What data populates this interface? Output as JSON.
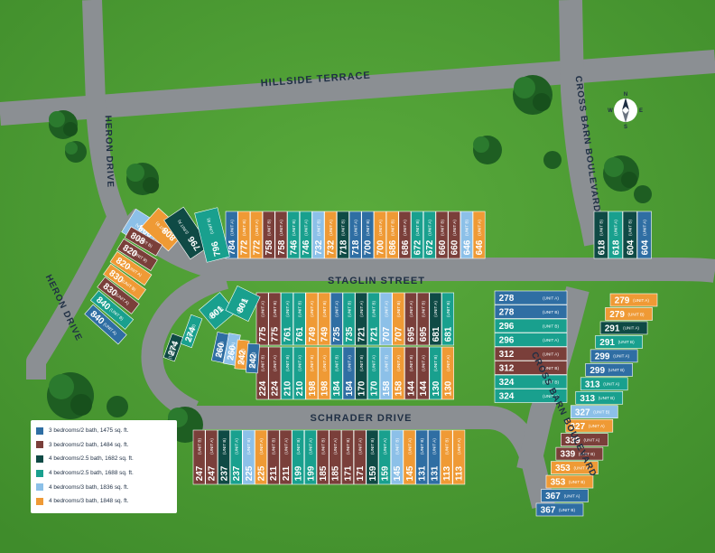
{
  "colors": {
    "grass": "#4a9a32",
    "road": "#8b8f93",
    "a": "#2f6ea3",
    "b": "#7a3f3a",
    "c": "#0f4a45",
    "d": "#19a08e",
    "e": "#8cc0e8",
    "f": "#ef9a35"
  },
  "streets": {
    "hillside": "HILLSIDE TERRACE",
    "heron_top": "HERON DRIVE",
    "heron_bottom": "HERON DRIVE",
    "cross_top": "CROSS BARN BOULEVARD",
    "cross_bottom": "CROSS BARN BOULEVARD",
    "staglin": "STAGLIN STREET",
    "schrader": "SCHRADER DRIVE"
  },
  "compass": {
    "n": "N",
    "e": "E",
    "s": "S",
    "w": "W"
  },
  "legend": [
    {
      "key": "a",
      "label": "3 bedrooms/2 bath, 1475 sq. ft."
    },
    {
      "key": "b",
      "label": "3 bedrooms/2 bath, 1484 sq. ft."
    },
    {
      "key": "c",
      "label": "4 bedrooms/2.5 bath, 1682 sq. ft."
    },
    {
      "key": "d",
      "label": "4 bedrooms/2.5 bath, 1688 sq. ft."
    },
    {
      "key": "e",
      "label": "4 bedrooms/3 bath, 1836 sq. ft."
    },
    {
      "key": "f",
      "label": "4 bedrooms/3 bath, 1848 sq. ft."
    }
  ],
  "lot_groups": [
    {
      "name": "staglin-north",
      "lots": [
        {
          "num": "784",
          "unit": "(UNIT A)",
          "c": "a"
        },
        {
          "num": "772",
          "unit": "(UNIT B)",
          "c": "f"
        },
        {
          "num": "772",
          "unit": "(UNIT A)",
          "c": "f"
        },
        {
          "num": "758",
          "unit": "(UNIT B)",
          "c": "b"
        },
        {
          "num": "758",
          "unit": "(UNIT A)",
          "c": "b"
        },
        {
          "num": "746",
          "unit": "(UNIT B)",
          "c": "d"
        },
        {
          "num": "746",
          "unit": "(UNIT A)",
          "c": "d"
        },
        {
          "num": "732",
          "unit": "(UNIT B)",
          "c": "e"
        },
        {
          "num": "732",
          "unit": "(UNIT A)",
          "c": "f"
        },
        {
          "num": "718",
          "unit": "(UNIT B)",
          "c": "c"
        },
        {
          "num": "718",
          "unit": "(UNIT A)",
          "c": "a"
        },
        {
          "num": "700",
          "unit": "(UNIT B)",
          "c": "a"
        },
        {
          "num": "700",
          "unit": "(UNIT A)",
          "c": "f"
        },
        {
          "num": "686",
          "unit": "(UNIT B)",
          "c": "f"
        },
        {
          "num": "686",
          "unit": "(UNIT A)",
          "c": "b"
        },
        {
          "num": "672",
          "unit": "(UNIT B)",
          "c": "d"
        },
        {
          "num": "672",
          "unit": "(UNIT A)",
          "c": "d"
        },
        {
          "num": "660",
          "unit": "(UNIT B)",
          "c": "b"
        },
        {
          "num": "660",
          "unit": "(UNIT A)",
          "c": "b"
        },
        {
          "num": "646",
          "unit": "(UNIT B)",
          "c": "e"
        },
        {
          "num": "646",
          "unit": "(UNIT A)",
          "c": "f"
        }
      ]
    },
    {
      "name": "staglin-north-east",
      "lots": [
        {
          "num": "618",
          "unit": "(UNIT B)",
          "c": "c"
        },
        {
          "num": "618",
          "unit": "(UNIT A)",
          "c": "d"
        },
        {
          "num": "604",
          "unit": "(UNIT B)",
          "c": "c"
        },
        {
          "num": "604",
          "unit": "(UNIT A)",
          "c": "a"
        }
      ]
    },
    {
      "name": "staglin-north-west",
      "lots": [
        {
          "num": "808",
          "unit": "(UNIT A)",
          "c": "e"
        },
        {
          "num": "808",
          "unit": "(UNIT B)",
          "c": "f"
        },
        {
          "num": "796",
          "unit": "(UNIT A)",
          "c": "c"
        },
        {
          "num": "796",
          "unit": "(UNIT B)",
          "c": "d"
        }
      ]
    },
    {
      "name": "heron-east",
      "lots": [
        {
          "num": "808",
          "unit": "(UNIT B)",
          "c": "b"
        },
        {
          "num": "820",
          "unit": "(UNIT B)",
          "c": "b"
        },
        {
          "num": "820",
          "unit": "(UNIT A)",
          "c": "f"
        },
        {
          "num": "830",
          "unit": "(UNIT B)",
          "c": "f"
        },
        {
          "num": "830",
          "unit": "(UNIT A)",
          "c": "b"
        },
        {
          "num": "840",
          "unit": "(UNIT B)",
          "c": "d"
        },
        {
          "num": "840",
          "unit": "(UNIT A)",
          "c": "a"
        }
      ]
    },
    {
      "name": "staglin-south",
      "lots": [
        {
          "num": "775",
          "unit": "(UNIT A)",
          "c": "b"
        },
        {
          "num": "775",
          "unit": "(UNIT B)",
          "c": "b"
        },
        {
          "num": "761",
          "unit": "(UNIT A)",
          "c": "d"
        },
        {
          "num": "761",
          "unit": "(UNIT B)",
          "c": "d"
        },
        {
          "num": "749",
          "unit": "(UNIT A)",
          "c": "f"
        },
        {
          "num": "749",
          "unit": "(UNIT B)",
          "c": "f"
        },
        {
          "num": "735",
          "unit": "(UNIT A)",
          "c": "a"
        },
        {
          "num": "735",
          "unit": "(UNIT B)",
          "c": "d"
        },
        {
          "num": "721",
          "unit": "(UNIT A)",
          "c": "c"
        },
        {
          "num": "721",
          "unit": "(UNIT B)",
          "c": "d"
        },
        {
          "num": "707",
          "unit": "(UNIT A)",
          "c": "e"
        },
        {
          "num": "707",
          "unit": "(UNIT B)",
          "c": "f"
        },
        {
          "num": "695",
          "unit": "(UNIT A)",
          "c": "b"
        },
        {
          "num": "695",
          "unit": "(UNIT B)",
          "c": "b"
        },
        {
          "num": "681",
          "unit": "(UNIT A)",
          "c": "c"
        },
        {
          "num": "681",
          "unit": "(UNIT B)",
          "c": "d"
        }
      ]
    },
    {
      "name": "staglin-south-west",
      "lots": [
        {
          "num": "801",
          "unit": "(UNIT B)",
          "c": "d"
        },
        {
          "num": "801",
          "unit": "(UNIT A)",
          "c": "d"
        }
      ]
    },
    {
      "name": "schrader-north",
      "lots": [
        {
          "num": "224",
          "unit": "(UNIT B)",
          "c": "b"
        },
        {
          "num": "224",
          "unit": "(UNIT A)",
          "c": "b"
        },
        {
          "num": "210",
          "unit": "(UNIT B)",
          "c": "d"
        },
        {
          "num": "210",
          "unit": "(UNIT A)",
          "c": "d"
        },
        {
          "num": "198",
          "unit": "(UNIT B)",
          "c": "f"
        },
        {
          "num": "198",
          "unit": "(UNIT A)",
          "c": "f"
        },
        {
          "num": "184",
          "unit": "(UNIT B)",
          "c": "d"
        },
        {
          "num": "184",
          "unit": "(UNIT A)",
          "c": "a"
        },
        {
          "num": "170",
          "unit": "(UNIT B)",
          "c": "c"
        },
        {
          "num": "170",
          "unit": "(UNIT A)",
          "c": "d"
        },
        {
          "num": "158",
          "unit": "(UNIT B)",
          "c": "e"
        },
        {
          "num": "158",
          "unit": "(UNIT A)",
          "c": "f"
        },
        {
          "num": "144",
          "unit": "(UNIT B)",
          "c": "b"
        },
        {
          "num": "144",
          "unit": "(UNIT A)",
          "c": "b"
        },
        {
          "num": "130",
          "unit": "(UNIT B)",
          "c": "d"
        },
        {
          "num": "130",
          "unit": "(UNIT A)",
          "c": "f"
        }
      ]
    },
    {
      "name": "schrader-north-west",
      "lots": [
        {
          "num": "274",
          "unit": "(UNIT A)",
          "c": "c"
        },
        {
          "num": "274",
          "unit": "(UNIT B)",
          "c": "d"
        },
        {
          "num": "260",
          "unit": "(UNIT B)",
          "c": "a"
        },
        {
          "num": "260",
          "unit": "(UNIT A)",
          "c": "e"
        },
        {
          "num": "242",
          "unit": "(UNIT B)",
          "c": "f"
        },
        {
          "num": "242",
          "unit": "(UNIT A)",
          "c": "a"
        }
      ]
    },
    {
      "name": "cross-west",
      "lots": [
        {
          "num": "278",
          "unit": "(UNIT A)",
          "c": "a"
        },
        {
          "num": "278",
          "unit": "(UNIT B)",
          "c": "a"
        },
        {
          "num": "296",
          "unit": "(UNIT B)",
          "c": "d"
        },
        {
          "num": "296",
          "unit": "(UNIT A)",
          "c": "d"
        },
        {
          "num": "312",
          "unit": "(UNIT A)",
          "c": "b"
        },
        {
          "num": "312",
          "unit": "(UNIT B)",
          "c": "b"
        },
        {
          "num": "324",
          "unit": "(UNIT B)",
          "c": "d"
        },
        {
          "num": "324",
          "unit": "(UNIT A)",
          "c": "d"
        }
      ]
    },
    {
      "name": "schrader-south",
      "lots": [
        {
          "num": "247",
          "unit": "(UNIT B)",
          "c": "b"
        },
        {
          "num": "247",
          "unit": "(UNIT A)",
          "c": "b"
        },
        {
          "num": "237",
          "unit": "(UNIT B)",
          "c": "c"
        },
        {
          "num": "237",
          "unit": "(UNIT A)",
          "c": "d"
        },
        {
          "num": "225",
          "unit": "(UNIT B)",
          "c": "e"
        },
        {
          "num": "225",
          "unit": "(UNIT A)",
          "c": "f"
        },
        {
          "num": "211",
          "unit": "(UNIT B)",
          "c": "b"
        },
        {
          "num": "211",
          "unit": "(UNIT A)",
          "c": "b"
        },
        {
          "num": "199",
          "unit": "(UNIT B)",
          "c": "d"
        },
        {
          "num": "199",
          "unit": "(UNIT A)",
          "c": "d"
        },
        {
          "num": "185",
          "unit": "(UNIT B)",
          "c": "b"
        },
        {
          "num": "185",
          "unit": "(UNIT A)",
          "c": "b"
        },
        {
          "num": "171",
          "unit": "(UNIT B)",
          "c": "b"
        },
        {
          "num": "171",
          "unit": "(UNIT A)",
          "c": "b"
        },
        {
          "num": "159",
          "unit": "(UNIT B)",
          "c": "c"
        },
        {
          "num": "159",
          "unit": "(UNIT A)",
          "c": "d"
        },
        {
          "num": "145",
          "unit": "(UNIT B)",
          "c": "e"
        },
        {
          "num": "145",
          "unit": "(UNIT A)",
          "c": "f"
        },
        {
          "num": "131",
          "unit": "(UNIT B)",
          "c": "a"
        },
        {
          "num": "131",
          "unit": "(UNIT A)",
          "c": "a"
        },
        {
          "num": "113",
          "unit": "(UNIT B)",
          "c": "f"
        },
        {
          "num": "113",
          "unit": "(UNIT A)",
          "c": "f"
        }
      ]
    },
    {
      "name": "cross-east",
      "lots": [
        {
          "num": "279",
          "unit": "(UNIT A)",
          "c": "f"
        },
        {
          "num": "279",
          "unit": "(UNIT B)",
          "c": "f"
        },
        {
          "num": "291",
          "unit": "(UNIT A)",
          "c": "c"
        },
        {
          "num": "291",
          "unit": "(UNIT B)",
          "c": "d"
        },
        {
          "num": "299",
          "unit": "(UNIT A)",
          "c": "a"
        },
        {
          "num": "299",
          "unit": "(UNIT B)",
          "c": "a"
        },
        {
          "num": "313",
          "unit": "(UNIT A)",
          "c": "d"
        },
        {
          "num": "313",
          "unit": "(UNIT B)",
          "c": "d"
        },
        {
          "num": "327",
          "unit": "(UNIT B)",
          "c": "e"
        },
        {
          "num": "327",
          "unit": "(UNIT A)",
          "c": "f"
        },
        {
          "num": "339",
          "unit": "(UNIT A)",
          "c": "b"
        },
        {
          "num": "339",
          "unit": "(UNIT B)",
          "c": "b"
        },
        {
          "num": "353",
          "unit": "(UNIT A)",
          "c": "f"
        },
        {
          "num": "353",
          "unit": "(UNIT B)",
          "c": "f"
        },
        {
          "num": "367",
          "unit": "(UNIT A)",
          "c": "a"
        },
        {
          "num": "367",
          "unit": "(UNIT B)",
          "c": "a"
        }
      ]
    }
  ]
}
